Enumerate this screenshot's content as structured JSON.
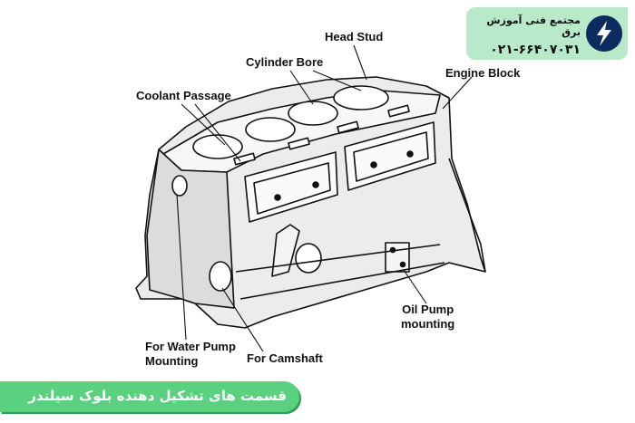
{
  "labels": {
    "head_stud": "Head Stud",
    "cylinder_bore": "Cylinder Bore",
    "engine_block": "Engine Block",
    "coolant_passage": "Coolant Passage",
    "oil_pump_mounting": "Oil Pump\nmounting",
    "water_pump_mounting": "For Water Pump\nMounting",
    "camshaft": "For Camshaft"
  },
  "brand": {
    "name": "مجتمع فنی آموزش برق",
    "phone": "۰۲۱-۶۶۴۰۷۰۳۱",
    "logo_icon": "lightning-bolt-logo-icon",
    "background_color": "#b8e9c8",
    "logo_color": "#0d2b5e"
  },
  "banner": {
    "text": "قسمت های تشکیل دهنده بلوک سیلندر",
    "color": "#5ad17f"
  }
}
